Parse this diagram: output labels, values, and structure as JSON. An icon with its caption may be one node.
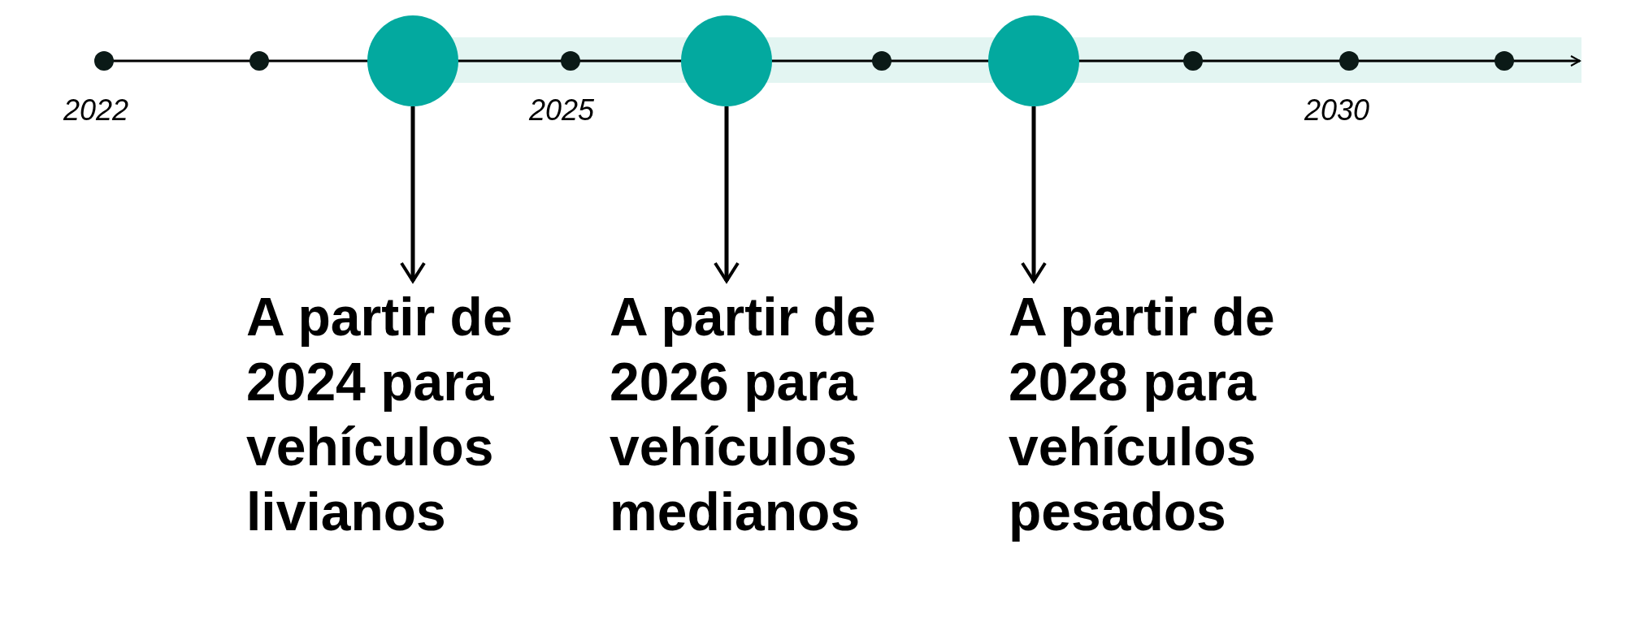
{
  "diagram": {
    "nodes": [
      {
        "text": [],
        "shape": "circle"
      },
      {
        "text": [],
        "shape": "circle"
      },
      {
        "text": [],
        "shape": "circle"
      },
      {
        "text": [
          "A partir de 2024 para vehículos livianos"
        ]
      },
      {
        "text": [
          "A partir de 2026 para vehículos medianos"
        ]
      },
      {
        "text": [
          "A partir de 2028 para vehículos pesados"
        ]
      }
    ],
    "edges": [
      {
        "from": 0,
        "to": 3,
        "arrow": "to"
      },
      {
        "from": 1,
        "to": 4,
        "arrow": "to"
      },
      {
        "from": 2,
        "to": 5,
        "arrow": "to"
      }
    ],
    "labels": [
      "2022",
      "2025",
      "2030"
    ]
  }
}
